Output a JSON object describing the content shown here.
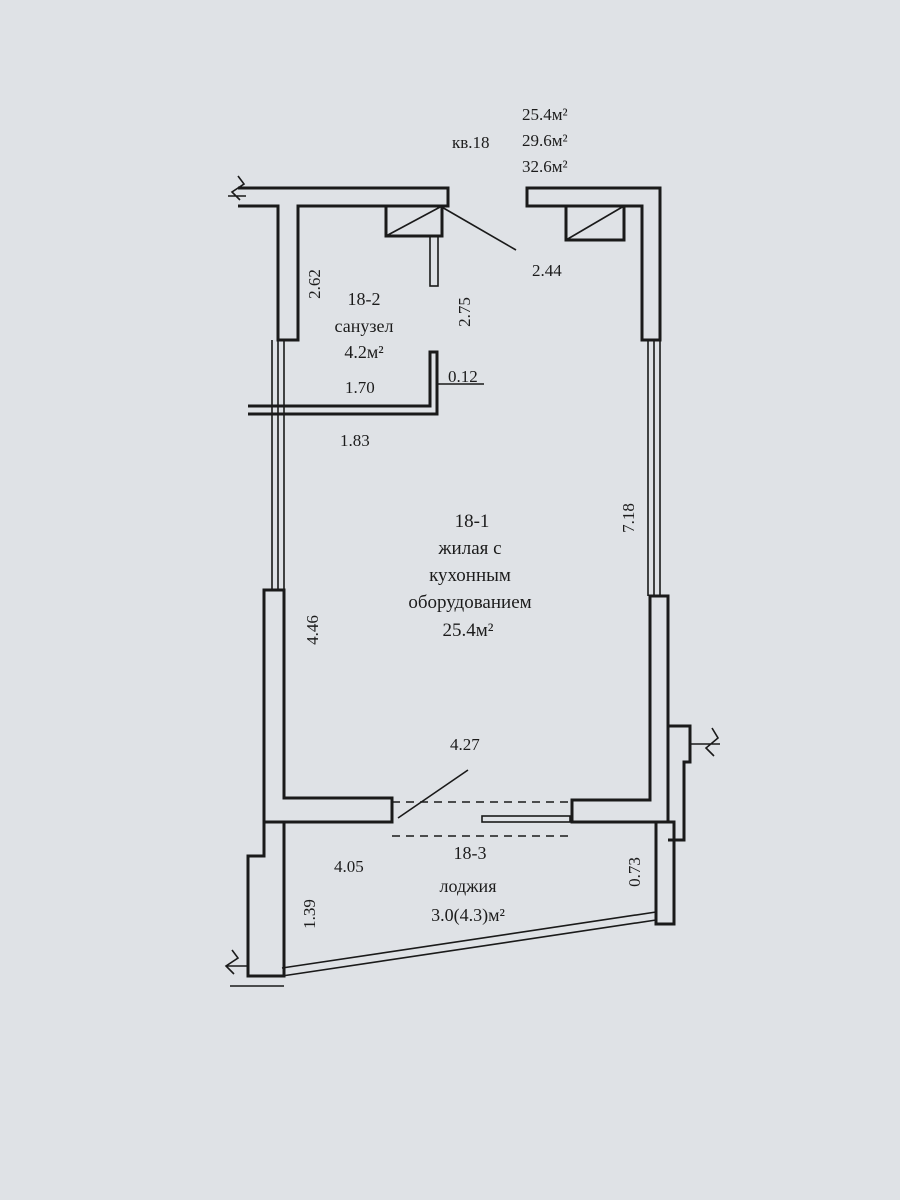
{
  "apartment": {
    "label": "кв.18",
    "areas": [
      "25.4м²",
      "29.6м²",
      "32.6м²"
    ]
  },
  "rooms": {
    "bathroom": {
      "number": "18-2",
      "name": "санузел",
      "area": "4.2м²"
    },
    "living": {
      "number": "18-1",
      "name_lines": [
        "жилая с",
        "кухонным",
        "оборудованием"
      ],
      "area": "25.4м²"
    },
    "loggia": {
      "number": "18-3",
      "name": "лоджия",
      "area": "3.0(4.3)м²"
    }
  },
  "dimensions": {
    "bath_left": "2.62",
    "bath_right": "2.75",
    "duct_leader": "2.44",
    "bath_width": "1.70",
    "wall_gap": "0.12",
    "corridor_width": "1.83",
    "right_wall": "7.18",
    "living_left": "4.46",
    "room_width": "4.27",
    "loggia_width": "4.05",
    "loggia_left": "1.39",
    "loggia_right": "0.73"
  },
  "colors": {
    "paper": "#dfe2e6",
    "ink": "#1a1a1a"
  }
}
